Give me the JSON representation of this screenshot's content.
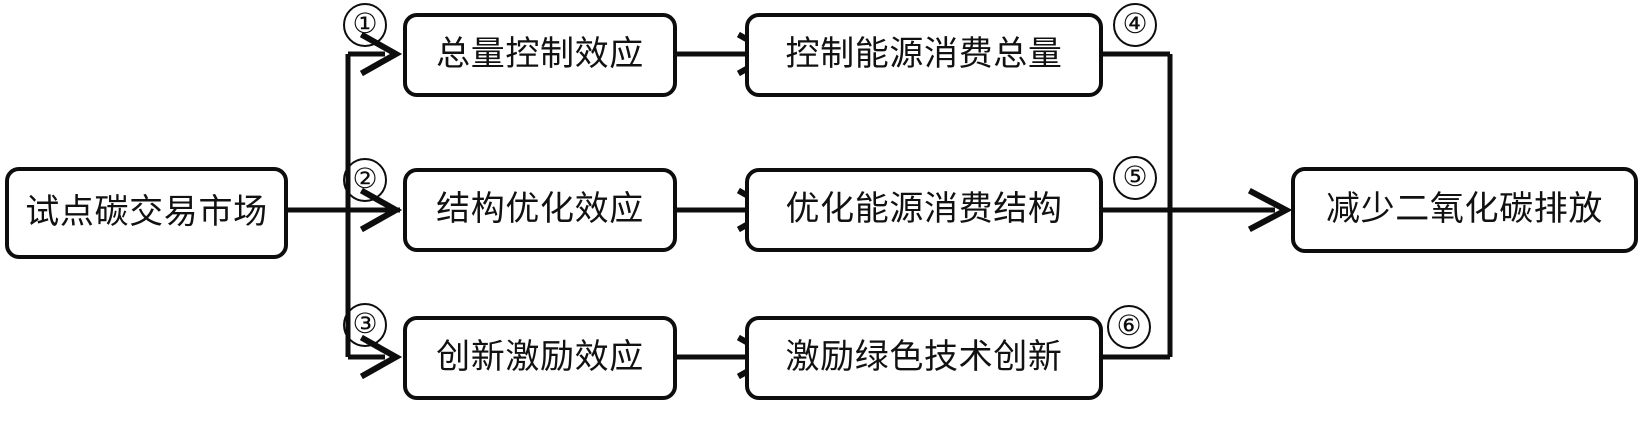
{
  "diagram": {
    "type": "flowchart",
    "title": "",
    "orientation": "left-to-right",
    "line_color": "#0d0d0d",
    "box_fill": "#ffffff",
    "arrow_style": "open-barbed"
  },
  "source_node": {
    "id": "source",
    "label": "试点碳交易市场"
  },
  "mechanisms": [
    {
      "id": "m1",
      "marker": "①",
      "label": "总量控制效应"
    },
    {
      "id": "m2",
      "marker": "②",
      "label": "结构优化效应"
    },
    {
      "id": "m3",
      "marker": "③",
      "label": "创新激励效应"
    }
  ],
  "outcomes": [
    {
      "id": "o1",
      "marker": "④",
      "label": "控制能源消费总量"
    },
    {
      "id": "o2",
      "marker": "⑤",
      "label": "优化能源消费结构"
    },
    {
      "id": "o3",
      "marker": "⑥",
      "label": "激励绿色技术创新"
    }
  ],
  "final_node": {
    "id": "final",
    "label": "减少二氧化碳排放"
  },
  "edges": [
    {
      "from": "source",
      "to": "m1",
      "marker": "①"
    },
    {
      "from": "source",
      "to": "m2",
      "marker": "②"
    },
    {
      "from": "source",
      "to": "m3",
      "marker": "③"
    },
    {
      "from": "m1",
      "to": "o1",
      "marker": ""
    },
    {
      "from": "m2",
      "to": "o2",
      "marker": ""
    },
    {
      "from": "m3",
      "to": "o3",
      "marker": ""
    },
    {
      "from": "o1",
      "to": "final",
      "marker": "④"
    },
    {
      "from": "o2",
      "to": "final",
      "marker": "⑤"
    },
    {
      "from": "o3",
      "to": "final",
      "marker": "⑥"
    }
  ]
}
